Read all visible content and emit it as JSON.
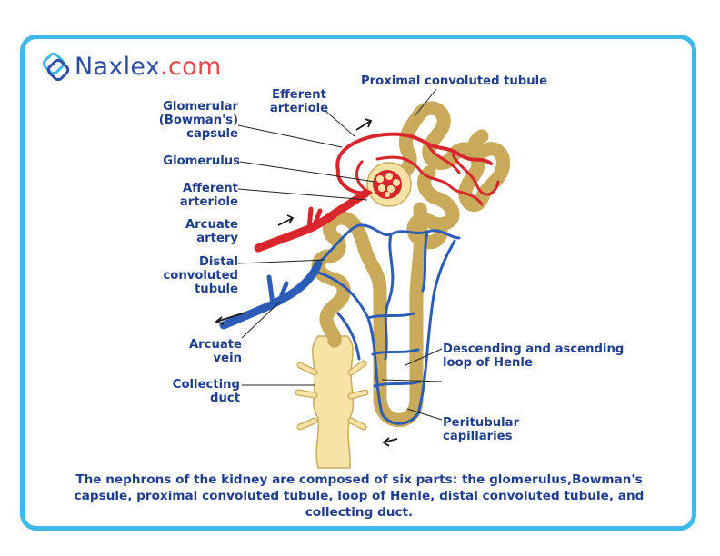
{
  "brand": {
    "name": "Naxlex",
    "suffix": ".com"
  },
  "labels": {
    "proximal": "Proximal convoluted tubule",
    "efferent": "Efferent arteriole",
    "capsule": "Glomerular (Bowman's) capsule",
    "glomerulus": "Glomerulus",
    "afferent": "Afferent arteriole",
    "arcuate_artery": "Arcuate artery",
    "distal": "Distal convoluted tubule",
    "arcuate_vein": "Arcuate vein",
    "collecting": "Collecting duct",
    "henle": "Descending and ascending loop of Henle",
    "peritubular": "Peritubular capillaries"
  },
  "caption": "The nephrons of the kidney are composed of six parts: the glomerulus,Bowman's capsule, proximal convoluted tubule, loop of Henle, distal convoluted tubule, and collecting duct.",
  "colors": {
    "frame": "#3fb8ea",
    "text": "#1f3f8e",
    "artery": "#d9262c",
    "vein": "#2b5db8",
    "tubule": "#f7e3a6",
    "tubule_edge": "#c9a95a"
  },
  "icons": [
    "naxlex-logo-icon",
    "flow-arrow-icon"
  ]
}
